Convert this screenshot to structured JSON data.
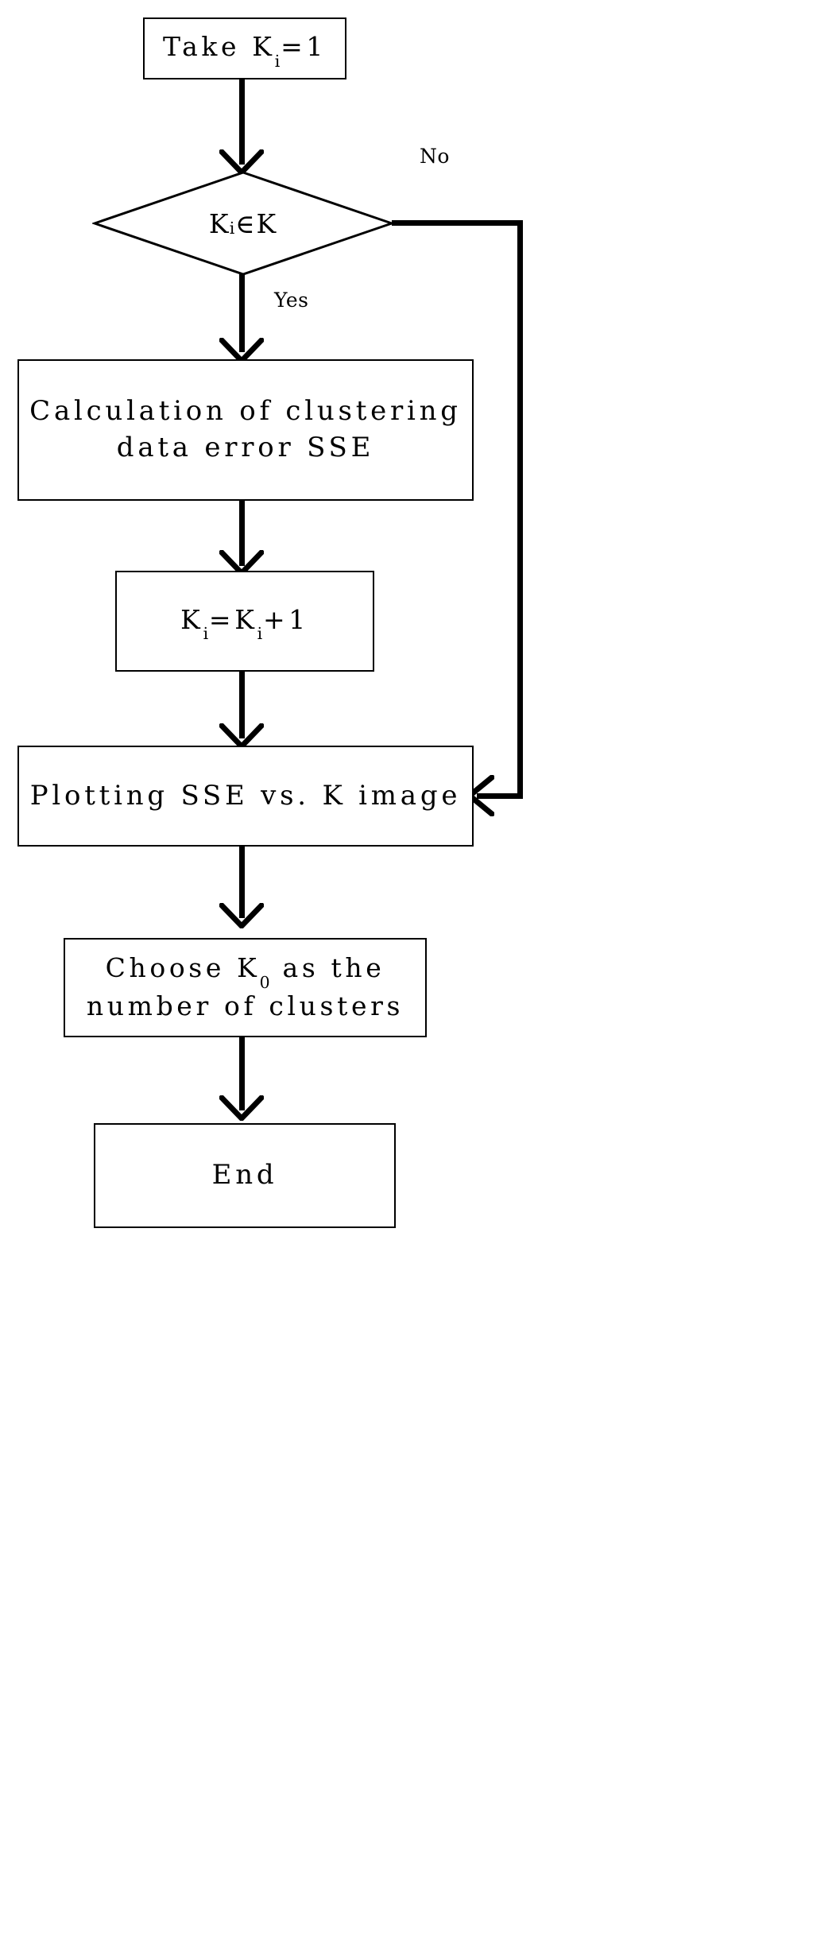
{
  "diagram": {
    "title": "K-means cluster count selection flowchart",
    "type": "flowchart",
    "stroke_color": "#000000",
    "fill_color": "#ffffff",
    "background_color": "#ffffff"
  },
  "nodes": {
    "start": {
      "shape": "process",
      "text_prefix": "Take  K",
      "subscript": "i",
      "text_suffix": "=1"
    },
    "decision": {
      "shape": "diamond",
      "text_prefix": "K",
      "subscript": "i",
      "text_suffix": "∈K"
    },
    "sse": {
      "shape": "process",
      "line1": "Calculation of clustering",
      "line2": "data error SSE"
    },
    "increment": {
      "shape": "process",
      "text_prefix": "K",
      "subscript1": "i",
      "text_middle": "=K",
      "subscript2": "i",
      "text_suffix": "+1"
    },
    "plot": {
      "shape": "process",
      "text": "Plotting SSE vs. K image"
    },
    "choose": {
      "shape": "process",
      "line1_prefix": "Choose K",
      "line1_subscript": "0",
      "line1_suffix": " as the",
      "line2": "number of clusters"
    },
    "end": {
      "shape": "process",
      "text": "End"
    }
  },
  "edge_labels": {
    "no": "No",
    "yes": "Yes"
  }
}
